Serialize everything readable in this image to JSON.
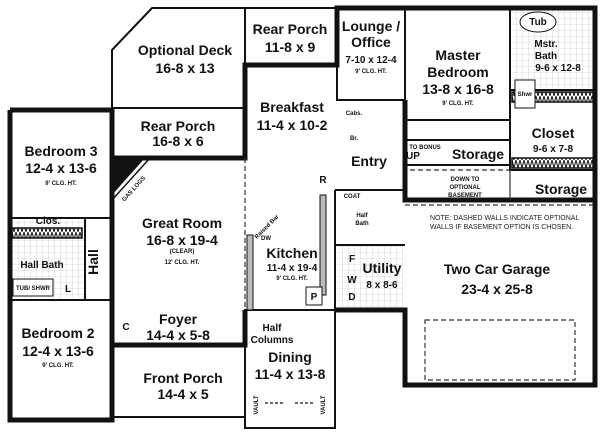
{
  "rooms": {
    "optional_deck": {
      "name": "Optional Deck",
      "dim": "16-8 x 13"
    },
    "rear_porch_top": {
      "name": "Rear Porch",
      "dim": "11-8 x 9"
    },
    "lounge": {
      "name": "Lounge /",
      "name2": "Office",
      "dim": "7-10 x 12-4",
      "clg": "9' CLG. HT."
    },
    "master": {
      "name": "Master",
      "name2": "Bedroom",
      "dim": "13-8 x 16-8",
      "clg": "9' CLG. HT."
    },
    "mstr_bath": {
      "name": "Mstr.",
      "name2": "Bath",
      "dim": "9-6 x 12-8",
      "tub": "Tub",
      "shwr": "Shwr"
    },
    "breakfast": {
      "name": "Breakfast",
      "dim": "11-4 x 10-2"
    },
    "rear_porch": {
      "name": "Rear Porch",
      "dim": "16-8 x 6"
    },
    "bedroom3": {
      "name": "Bedroom 3",
      "dim": "12-4 x 13-6",
      "clg": "9' CLG. HT."
    },
    "closet": {
      "name": "Closet",
      "dim": "9-6 x 7-8"
    },
    "great_room": {
      "name": "Great Room",
      "dim": "16-8 x 19-4",
      "clear": "(CLEAR)",
      "clg": "12' CLG. HT.",
      "gas_logs": "GAS LOGS"
    },
    "kitchen": {
      "name": "Kitchen",
      "dim": "11-4 x 19-4",
      "clg": "9' CLG. HT.",
      "raised_bar": "Raised Bar",
      "dw": "DW",
      "r": "R",
      "p": "P"
    },
    "entry": {
      "name": "Entry",
      "coat": "COAT",
      "cabs": "Cabs.",
      "br": "Br."
    },
    "storage1": {
      "name": "Storage",
      "up": "UP",
      "to_bonus": "TO BONUS"
    },
    "storage2": {
      "name": "Storage",
      "down": [
        "DOWN TO",
        "OPTIONAL",
        "BASEMENT"
      ]
    },
    "half_bath": {
      "name": "Half",
      "name2": "Bath"
    },
    "utility": {
      "name": "Utility",
      "dim": "8 x 8-6",
      "f": "F",
      "w": "W",
      "d": "D"
    },
    "garage": {
      "name": "Two Car Garage",
      "dim": "23-4 x 25-8"
    },
    "hall_bath": {
      "name": "Hall Bath",
      "tub": "TUB/ SHWR",
      "l": "L",
      "clos": "Clos."
    },
    "hall": {
      "name": "Hall"
    },
    "foyer": {
      "name": "Foyer",
      "dim": "14-4 x 5-8",
      "c": "C"
    },
    "bedroom2": {
      "name": "Bedroom 2",
      "dim": "12-4 x 13-6",
      "clg": "9' CLG. HT.",
      "clos": "Clos."
    },
    "front_porch": {
      "name": "Front Porch",
      "dim": "14-4 x 5"
    },
    "dining": {
      "name": "Dining",
      "dim": "11-4 x 13-8",
      "half_columns": [
        "Half",
        "Columns"
      ],
      "vault": "VAULT"
    }
  },
  "note": [
    "NOTE: DASHED WALLS INDICATE OPTIONAL",
    "WALLS IF BASEMENT OPTION IS CHOSEN."
  ]
}
